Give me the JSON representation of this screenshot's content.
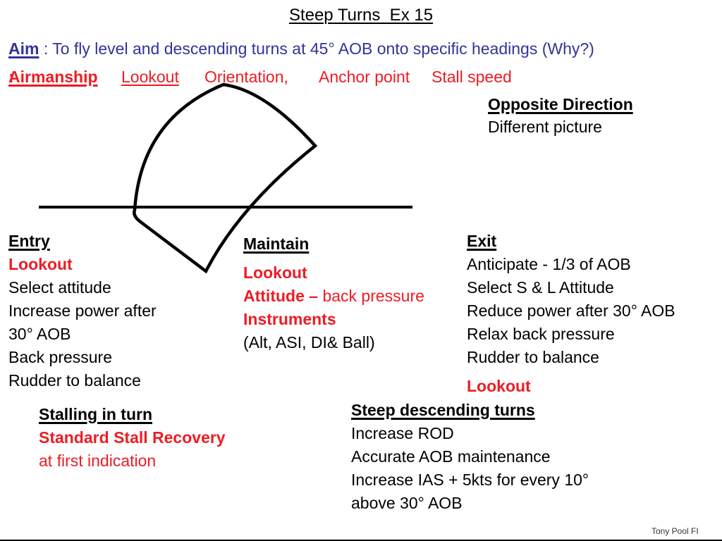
{
  "colors": {
    "red": "#ed1c24",
    "blue": "#333399",
    "ink": "#000000"
  },
  "title": "Steep Turns  Ex 15",
  "aim": {
    "label": "Aim",
    "rest": " : To fly level and descending turns at 45° AOB onto specific headings (Why?)"
  },
  "airmanship": {
    "label": "Airmanship",
    "separator": ": ",
    "items": [
      "Lookout",
      "Orientation,",
      "Anchor point",
      "Stall speed"
    ]
  },
  "opposite": {
    "heading": "Opposite Direction",
    "sub": "Different picture"
  },
  "entry": {
    "heading": "Entry",
    "lookout": "Lookout",
    "items": [
      "Select attitude",
      "Increase power after 30° AOB",
      "Back pressure",
      "Rudder to balance"
    ]
  },
  "maintain": {
    "heading": "Maintain",
    "lookout": "Lookout",
    "attitude_bold": "Attitude – ",
    "attitude_rest": "back pressure",
    "instruments": "Instruments",
    "note": "(Alt, ASI, DI& Ball)"
  },
  "exit": {
    "heading": "Exit",
    "items": [
      "Anticipate - 1/3 of AOB",
      "Select S & L Attitude",
      "Reduce power after 30° AOB",
      "Relax back pressure",
      "Rudder to balance"
    ],
    "lookout": "Lookout"
  },
  "stalling": {
    "heading": "Stalling in turn",
    "line1": "Standard Stall Recovery",
    "line2": "at first indication"
  },
  "descending": {
    "heading": "Steep descending turns",
    "items": [
      "Increase ROD",
      "Accurate AOB maintenance",
      "Increase IAS + 5kts for every 10° above 30° AOB"
    ]
  },
  "footer": "Tony Pool FI"
}
